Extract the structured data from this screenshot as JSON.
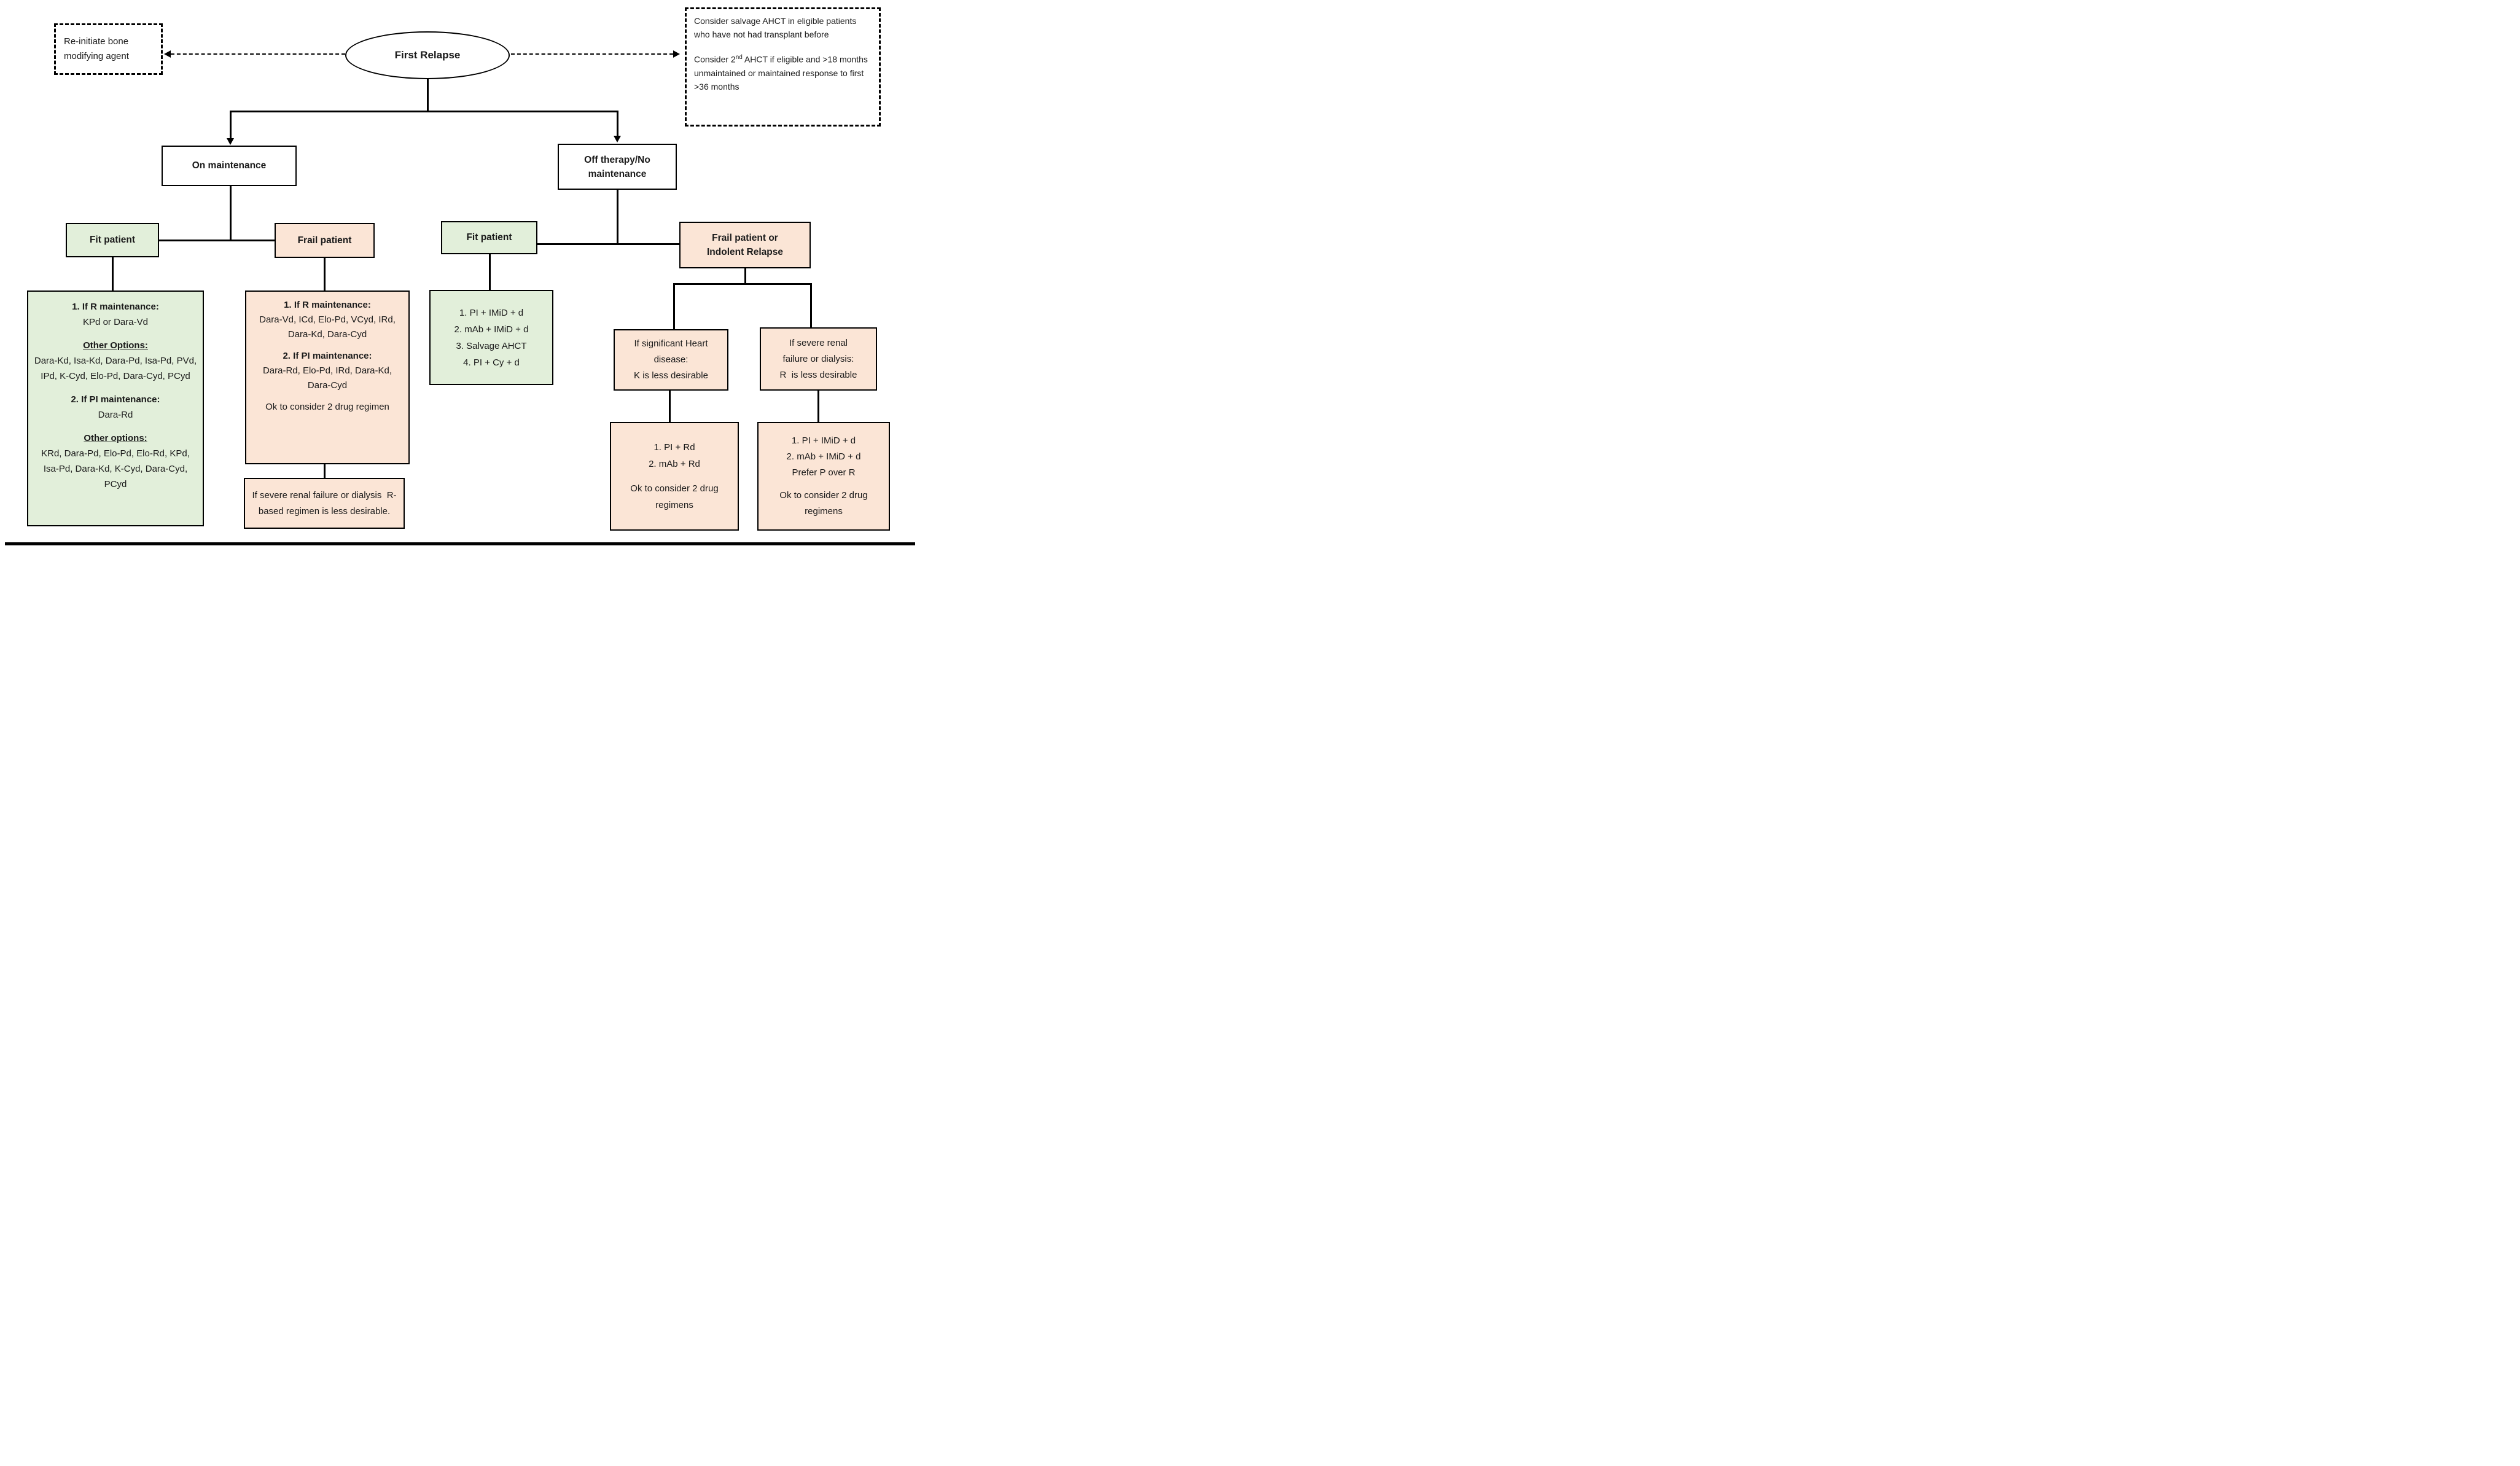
{
  "diagram": {
    "root": "First Relapse",
    "note_left": "Re-initiate bone modifying agent",
    "note_right": {
      "p1": "Consider salvage AHCT in eligible patients who have not had transplant before",
      "p2_before": "Consider 2",
      "p2_sup": "nd",
      "p2_after": " AHCT if eligible and >18 months unmaintained or maintained response to first >36 months"
    },
    "level1": {
      "on_maintenance": "On maintenance",
      "off_therapy": "Off therapy/No maintenance"
    },
    "level2": {
      "fit_left": "Fit patient",
      "frail_left": "Frail patient",
      "fit_right": "Fit patient",
      "frail_right_l1": "Frail patient or",
      "frail_right_l2": "Indolent Relapse"
    },
    "on_fit_detail": {
      "h1": "1. If R maintenance:",
      "t1": "KPd or Dara-Vd",
      "h2": "Other Options:",
      "t2": "Dara-Kd, Isa-Kd, Dara-Pd, Isa-Pd, PVd, IPd, K-Cyd, Elo-Pd, Dara-Cyd, PCyd",
      "h3": "2. If PI maintenance:",
      "t3": "Dara-Rd",
      "h4": "Other options:",
      "t4": "KRd, Dara-Pd, Elo-Pd, Elo-Rd, KPd, Isa-Pd, Dara-Kd, K-Cyd, Dara-Cyd, PCyd"
    },
    "on_frail_detail": {
      "h1": "1. If R maintenance:",
      "t1": "Dara-Vd, ICd, Elo-Pd, VCyd, IRd, Dara-Kd, Dara-Cyd",
      "h2": "2. If PI maintenance:",
      "t2": "Dara-Rd, Elo-Pd, IRd, Dara-Kd, Dara-Cyd",
      "note": "Ok to consider 2 drug regimen"
    },
    "on_frail_renal_note": "If severe renal failure or dialysis  R-based regimen is less desirable.",
    "off_fit_detail": {
      "l1": "1. PI + IMiD + d",
      "l2": "2. mAb + IMiD + d",
      "l3": "3. Salvage AHCT",
      "l4": "4. PI + Cy + d"
    },
    "heart_condition": {
      "l1": "If significant Heart",
      "l2": "disease:",
      "l3": "K is less desirable"
    },
    "renal_condition": {
      "l1": "If severe renal",
      "l2": "failure or dialysis:",
      "l3": "R  is less desirable"
    },
    "heart_detail": {
      "l1": "1. PI + Rd",
      "l2": "2. mAb + Rd",
      "note": "Ok to consider 2 drug regimens"
    },
    "renal_detail": {
      "l1": "1. PI + IMiD + d",
      "l2": "2. mAb + IMiD + d",
      "l3": "Prefer P over R",
      "note": "Ok to consider 2 drug regimens"
    },
    "colors": {
      "fit_green": "#e2efda",
      "frail_peach": "#fbe5d6",
      "line_black": "#000000"
    }
  }
}
